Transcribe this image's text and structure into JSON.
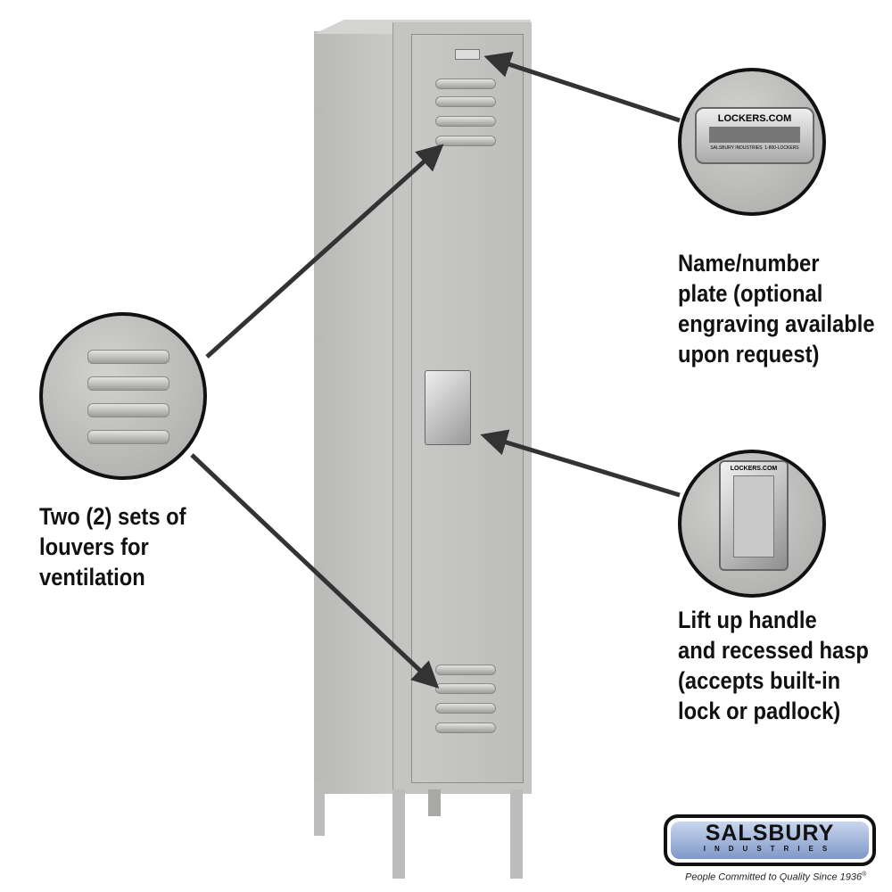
{
  "callouts": {
    "louvers": [
      "Two (2) sets of",
      "louvers for",
      "ventilation"
    ],
    "plate": [
      "Name/number",
      "plate (optional",
      "engraving available",
      "upon request)"
    ],
    "handle": [
      "Lift up handle",
      "and recessed hasp",
      "(accepts built-in",
      "lock or padlock)"
    ]
  },
  "plate": {
    "brand": "LOCKERS.COM",
    "maker": "SALSBURY INDUSTRIES",
    "phone": "1-800-LOCKERS"
  },
  "handle_plate": {
    "brand": "LOCKERS.COM"
  },
  "logo": {
    "name": "SALSBURY",
    "sub": "INDUSTRIES",
    "tagline": "People Committed to Quality Since 1936",
    "mark": "®"
  }
}
